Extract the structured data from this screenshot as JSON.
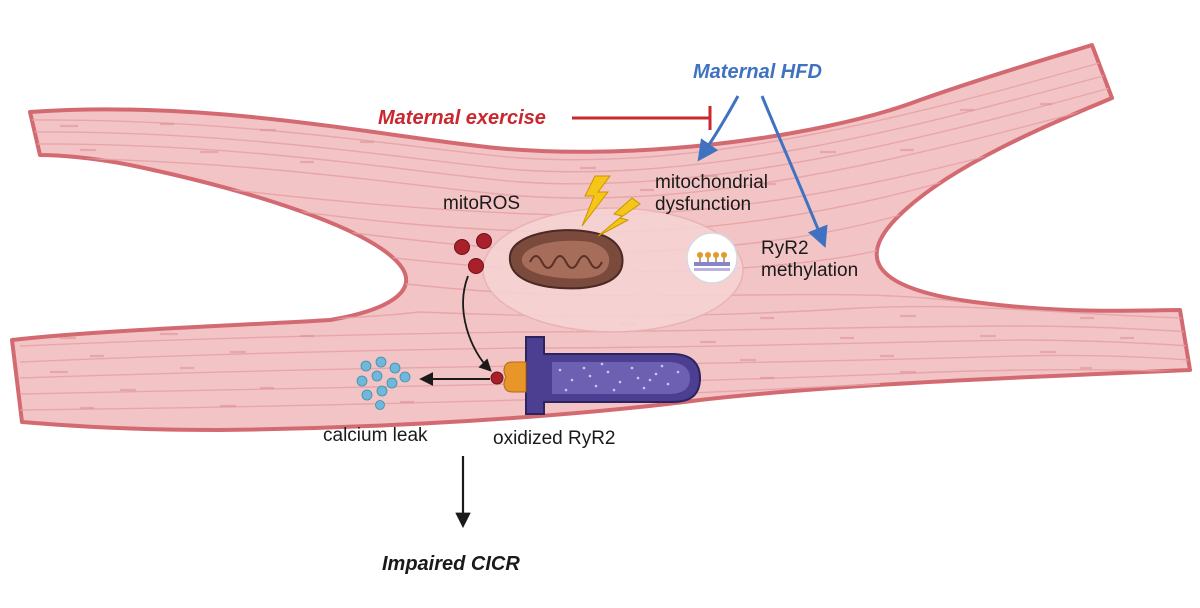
{
  "labels": {
    "maternal_exercise": "Maternal exercise",
    "maternal_hfd": "Maternal HFD",
    "mitoros": "mitoROS",
    "mitochondrial_dysfunction_line1": "mitochondrial",
    "mitochondrial_dysfunction_line2": "dysfunction",
    "ryr2_methylation_line1": "RyR2",
    "ryr2_methylation_line2": "methylation",
    "calcium_leak": "calcium leak",
    "oxidized_ryr2": "oxidized RyR2",
    "impaired_cicr": "Impaired CICR"
  },
  "colors": {
    "cell_fill": "#f3c4c5",
    "cell_outline": "#d36a72",
    "exercise_red": "#c8282e",
    "hfd_blue": "#3f72c1",
    "ros_dark_red": "#a8202a",
    "ryr2_purple": "#4c3f91",
    "ryr2_orange": "#e8962a",
    "calcium_blue": "#6fb8d8",
    "lightning_yellow": "#f5c518"
  },
  "icons": [
    "lightning-bolt-icon",
    "mitochondrion-icon",
    "methylation-icon",
    "ryr2-channel-icon"
  ]
}
